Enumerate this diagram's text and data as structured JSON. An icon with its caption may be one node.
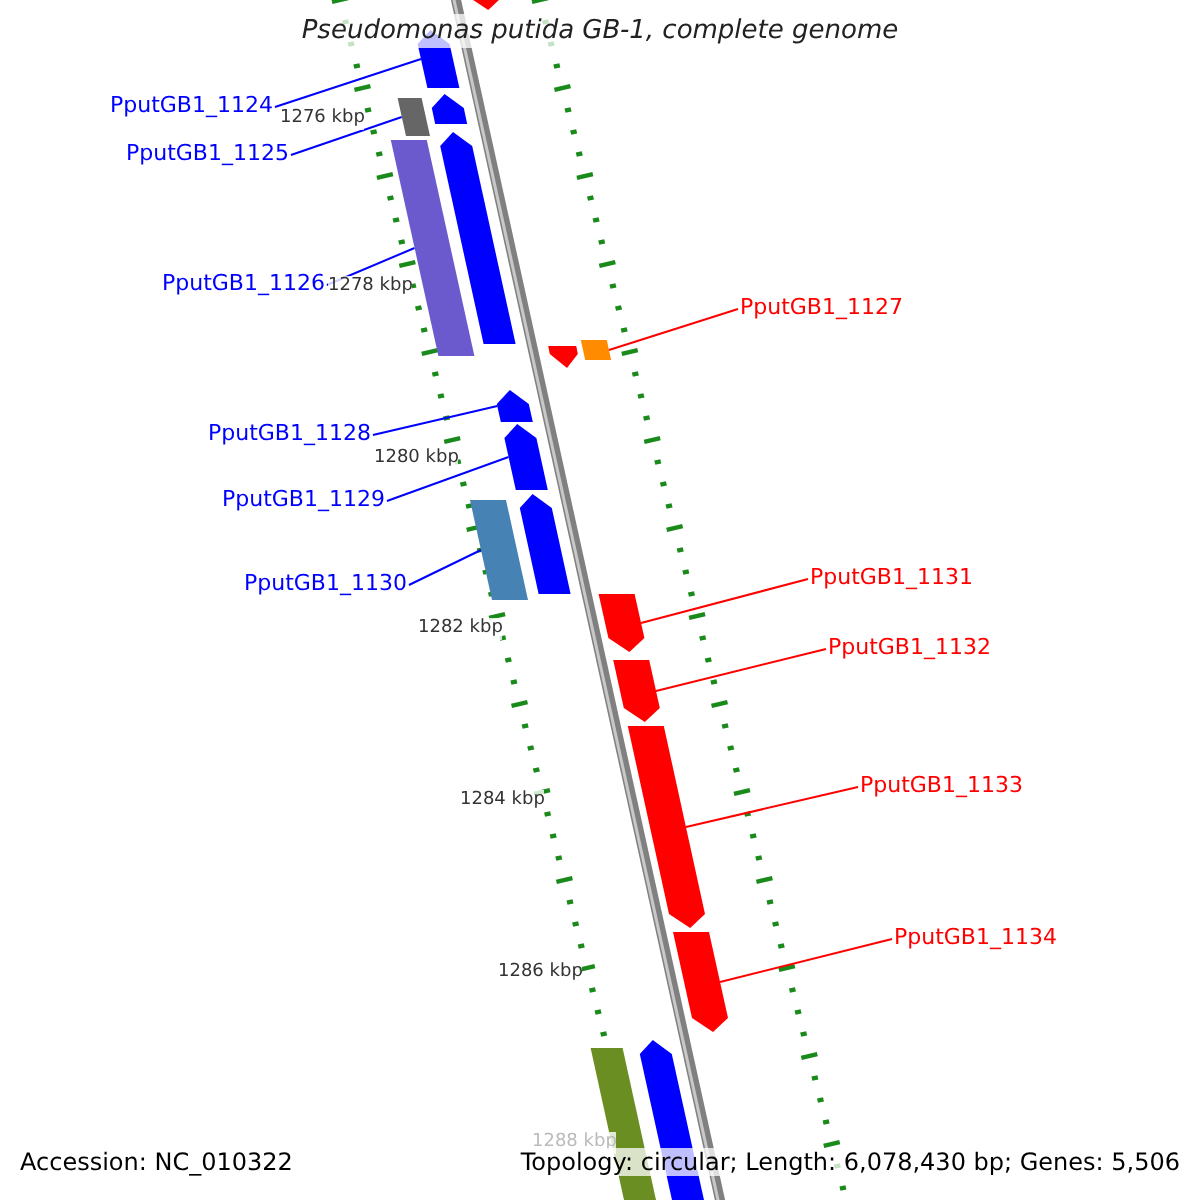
{
  "diagram": {
    "title": "Pseudomonas putida GB-1, complete genome",
    "nodes": [
      {
        "text": [
          "PputGB1_1124"
        ]
      },
      {
        "text": [
          "PputGB1_1125"
        ]
      },
      {
        "text": [
          "PputGB1_1126"
        ]
      },
      {
        "text": [
          "PputGB1_1127"
        ]
      },
      {
        "text": [
          "PputGB1_1128"
        ]
      },
      {
        "text": [
          "PputGB1_1129"
        ]
      },
      {
        "text": [
          "PputGB1_1130"
        ]
      },
      {
        "text": [
          "PputGB1_1131"
        ]
      },
      {
        "text": [
          "PputGB1_1132"
        ]
      },
      {
        "text": [
          "PputGB1_1133"
        ]
      },
      {
        "text": [
          "PputGB1_1134"
        ]
      },
      {
        "text": [],
        "shape": "bar"
      },
      {
        "text": [],
        "shape": "bar"
      },
      {
        "text": [],
        "shape": "bar"
      },
      {
        "text": [],
        "shape": "bar"
      },
      {
        "text": [],
        "shape": "bar"
      },
      {
        "text": [],
        "shape": "bar"
      },
      {
        "text": [],
        "shape": "bar"
      },
      {
        "text": [],
        "shape": "bar"
      },
      {
        "text": [],
        "shape": "bar"
      },
      {
        "text": [],
        "shape": "bar"
      },
      {
        "text": [],
        "shape": "bar"
      },
      {
        "text": [],
        "shape": "bar"
      },
      {
        "text": [],
        "shape": "bar"
      },
      {
        "text": [],
        "shape": "bar"
      },
      {
        "text": [],
        "shape": "bar"
      },
      {
        "text": [],
        "shape": "bar"
      },
      {
        "text": [],
        "shape": "bar"
      },
      {
        "text": [],
        "shape": "bar"
      }
    ],
    "edges": [
      {
        "from": 0,
        "to": 12,
        "arrow": "none"
      },
      {
        "from": 1,
        "to": 14,
        "arrow": "none"
      },
      {
        "from": 2,
        "to": 16,
        "arrow": "none"
      },
      {
        "from": 3,
        "to": 17,
        "arrow": "none",
        "color": "#ff0000"
      },
      {
        "from": 4,
        "to": 19,
        "arrow": "none"
      },
      {
        "from": 5,
        "to": 20,
        "arrow": "none"
      },
      {
        "from": 6,
        "to": 22,
        "arrow": "none"
      },
      {
        "from": 7,
        "to": 23,
        "arrow": "none",
        "color": "#ff0000"
      },
      {
        "from": 8,
        "to": 24,
        "arrow": "none",
        "color": "#ff0000"
      },
      {
        "from": 9,
        "to": 25,
        "arrow": "none",
        "color": "#ff0000"
      },
      {
        "from": 10,
        "to": 26,
        "arrow": "none",
        "color": "#ff0000"
      }
    ],
    "labels": [
      "1276 kbp",
      "1278 kbp",
      "1280 kbp",
      "1282 kbp",
      "1284 kbp",
      "1286 kbp",
      "1288 kbp",
      "Accession: NC_010322",
      "Topology: circular; Length: 6,078,430 bp; Genes: 5,506"
    ]
  }
}
